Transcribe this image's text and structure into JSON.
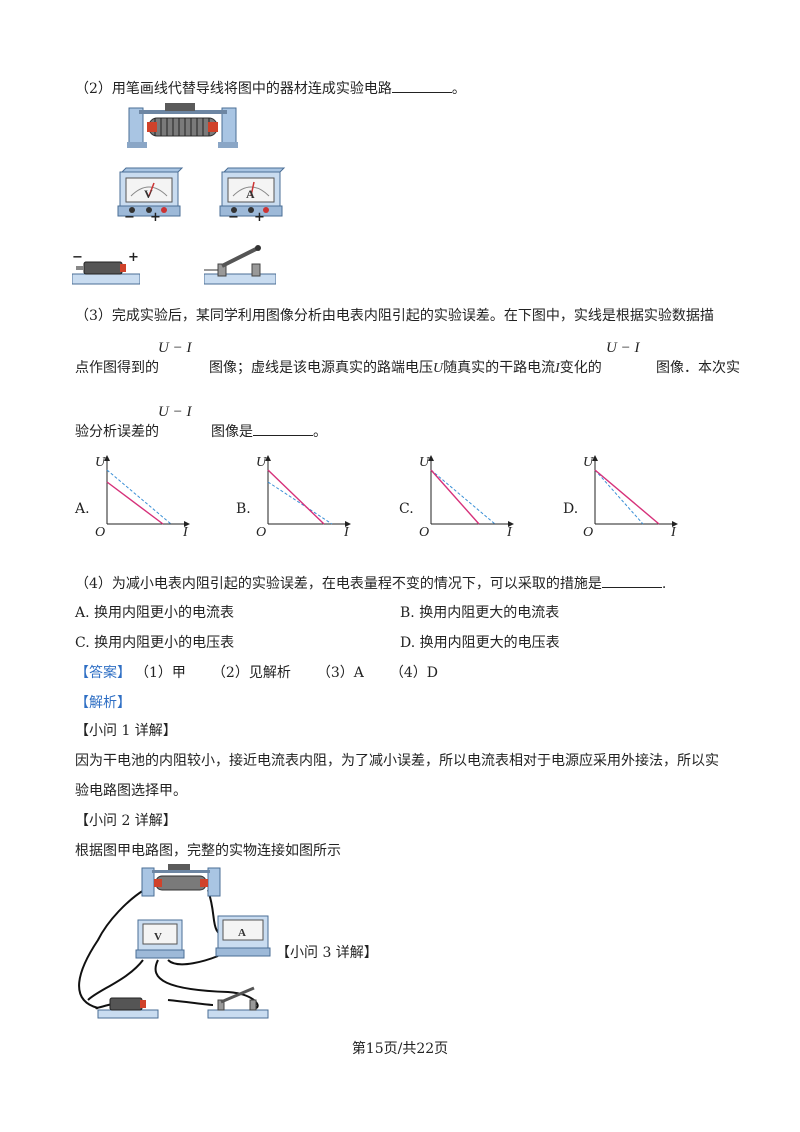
{
  "q2": {
    "text": "（2）用笔画线代替导线将图中的器材连成实验电路",
    "end": "。"
  },
  "meters": {
    "voltmeter_letter": "V",
    "ammeter_letter": "A",
    "minus": "−",
    "plus": "+"
  },
  "q3": {
    "line1": "（3）完成实验后，某同学利用图像分析由电表内阻引起的实验误差。在下图中，实线是根据实验数据描",
    "line2_a": "点作图得到的",
    "ui": "U − I",
    "line2_b": "图像；虚线是该电源真实的路端电压",
    "u": "U",
    "line2_c": "随真实的干路电流",
    "i": "I",
    "line2_d": "变化的",
    "line2_e": "图像．本次实",
    "line3_a": "验分析误差的",
    "line3_b": "图像是",
    "line3_end": "。"
  },
  "graphs": [
    {
      "option": "A.",
      "ylabel": "U",
      "xlabel": "I",
      "origin": "O"
    },
    {
      "option": "B.",
      "ylabel": "U",
      "xlabel": "I",
      "origin": "O"
    },
    {
      "option": "C.",
      "ylabel": "U",
      "xlabel": "I",
      "origin": "O"
    },
    {
      "option": "D.",
      "ylabel": "U",
      "xlabel": "I",
      "origin": "O"
    }
  ],
  "q4": {
    "text": "（4）为减小电表内阻引起的实验误差，在电表量程不变的情况下，可以采取的措施是",
    "end": ".",
    "options": [
      "A.  换用内阻更小的电流表",
      "B.  换用内阻更大的电流表",
      "C.  换用内阻更小的电压表",
      "D.  换用内阻更大的电压表"
    ]
  },
  "answer": {
    "label": "【答案】",
    "parts": [
      "（1）甲",
      "（2）见解析",
      "（3）A",
      "（4）D"
    ]
  },
  "analysis": {
    "label": "【解析】",
    "sub1_title": "【小问 1 详解】",
    "sub1_line1": "因为干电池的内阻较小，接近电流表内阻，为了减小误差，所以电流表相对于电源应采用外接法，所以实",
    "sub1_line2": "验电路图选择甲。",
    "sub2_title": "【小问 2 详解】",
    "sub2_line1": "根据图甲电路图，完整的实物连接如图所示",
    "sub3_title": "【小问 3 详解】"
  },
  "footer": {
    "page": "第15页/共22页"
  },
  "colors": {
    "solid_line": "#d6317a",
    "dashed_line": "#3a8fd6",
    "answer_label": "#2f6fc4",
    "device_body": "#c9dcf0"
  }
}
